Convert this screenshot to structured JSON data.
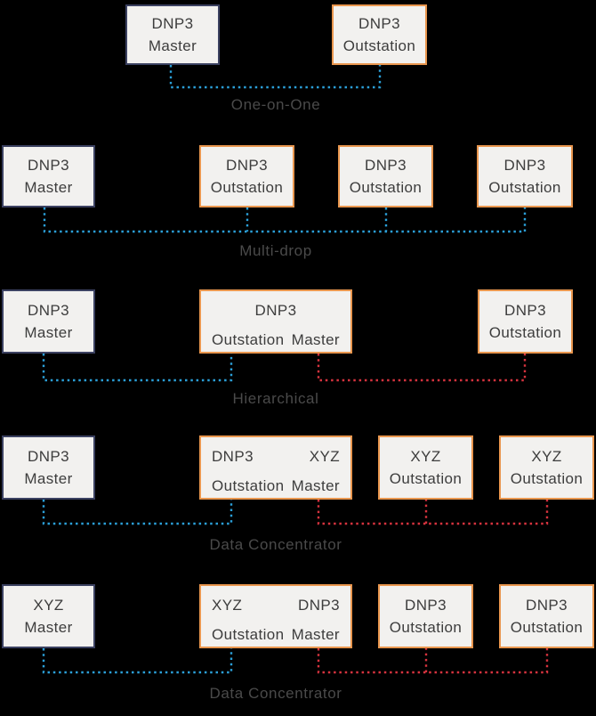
{
  "colors": {
    "background": "#000000",
    "box-fill": "#f2f1ef",
    "master-border": "#3b4161",
    "outstation-border": "#e9964e",
    "box-text": "#3d3d3d",
    "caption-text": "#4a4a4a",
    "master-line": "#2b9fd8",
    "outstation-line": "#d6333e"
  },
  "sections": [
    {
      "caption": "One-on-One",
      "boxes": [
        {
          "line1": "DNP3",
          "line2": "Master"
        },
        {
          "line1": "DNP3",
          "line2": "Outstation"
        }
      ]
    },
    {
      "caption": "Multi-drop",
      "boxes": [
        {
          "line1": "DNP3",
          "line2": "Master"
        },
        {
          "line1": "DNP3",
          "line2": "Outstation"
        },
        {
          "line1": "DNP3",
          "line2": "Outstation"
        },
        {
          "line1": "DNP3",
          "line2": "Outstation"
        }
      ]
    },
    {
      "caption": "Hierarchical",
      "boxes": [
        {
          "line1": "DNP3",
          "line2": "Master"
        },
        {
          "title": "DNP3",
          "left_role": "Outstation",
          "right_role": "Master"
        },
        {
          "line1": "DNP3",
          "line2": "Outstation"
        }
      ]
    },
    {
      "caption": "Data Concentrator",
      "boxes": [
        {
          "line1": "DNP3",
          "line2": "Master"
        },
        {
          "left_title": "DNP3",
          "right_title": "XYZ",
          "left_role": "Outstation",
          "right_role": "Master"
        },
        {
          "line1": "XYZ",
          "line2": "Outstation"
        },
        {
          "line1": "XYZ",
          "line2": "Outstation"
        }
      ]
    },
    {
      "caption": "Data Concentrator",
      "boxes": [
        {
          "line1": "XYZ",
          "line2": "Master"
        },
        {
          "left_title": "XYZ",
          "right_title": "DNP3",
          "left_role": "Outstation",
          "right_role": "Master"
        },
        {
          "line1": "DNP3",
          "line2": "Outstation"
        },
        {
          "line1": "DNP3",
          "line2": "Outstation"
        }
      ]
    }
  ]
}
